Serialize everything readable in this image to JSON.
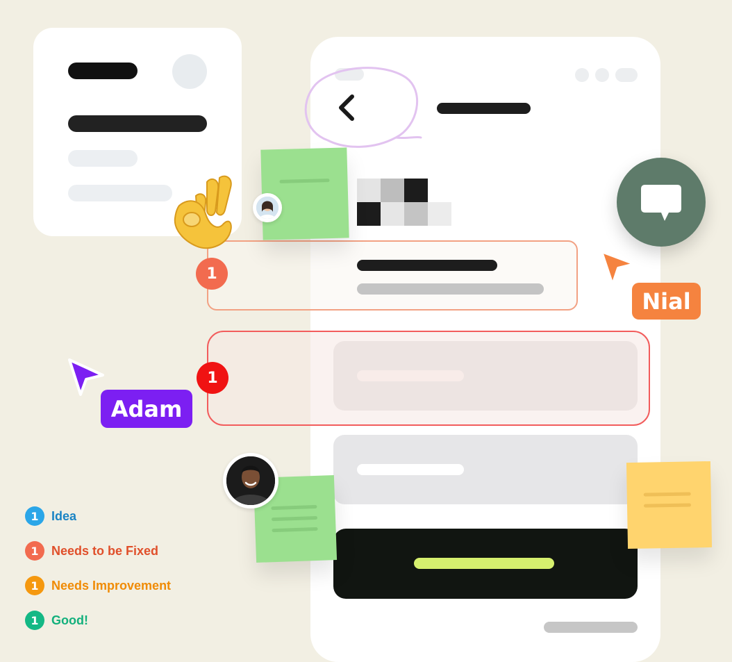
{
  "colors": {
    "background": "#f2efe3",
    "idea": "#2ba6e8",
    "needs_fixed": "#f26b4f",
    "needs_improvement": "#f5980f",
    "good": "#14b885",
    "adam": "#7c1ff2",
    "nial": "#f5833f",
    "chat_button": "#5e7b6a",
    "primary_button": "#111511",
    "primary_button_bar": "#d6f06e"
  },
  "icons": {
    "back": "chevron-left-icon",
    "chat": "speech-bubble-icon",
    "emoji": "ok-hand-emoji-icon",
    "cursor": "pointer-arrow-icon"
  },
  "badges": {
    "row1_count": "1",
    "row2_count": "1"
  },
  "cursors": {
    "adam_label": "Adam",
    "nial_label": "Nial"
  },
  "legend": [
    {
      "count": "1",
      "label": "Idea"
    },
    {
      "count": "1",
      "label": "Needs to be Fixed"
    },
    {
      "count": "1",
      "label": "Needs Improvement"
    },
    {
      "count": "1",
      "label": "Good!"
    }
  ]
}
